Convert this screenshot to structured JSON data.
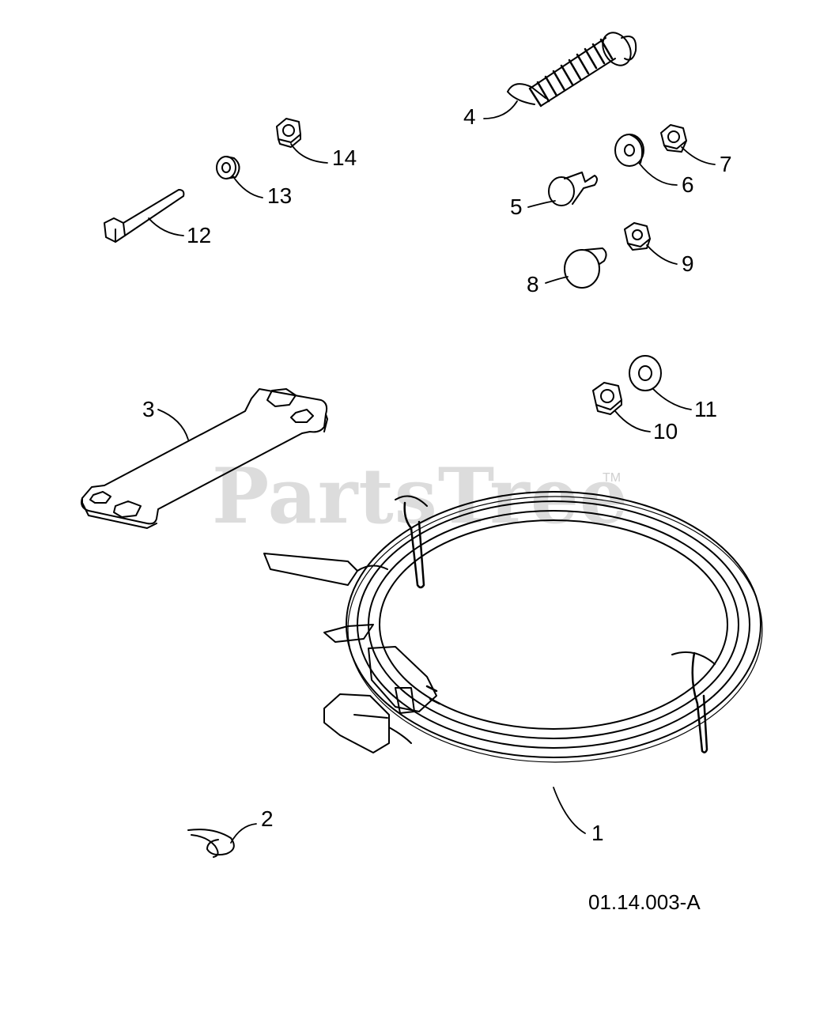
{
  "watermark": {
    "brand": "PartsTree",
    "trademark": "TM"
  },
  "diagram_code": "01.14.003-A",
  "parts": [
    {
      "number": "1",
      "name": "power-cord"
    },
    {
      "number": "2",
      "name": "hairpin-clip"
    },
    {
      "number": "3",
      "name": "wrench"
    },
    {
      "number": "4",
      "name": "spring"
    },
    {
      "number": "5",
      "name": "shoulder-bolt"
    },
    {
      "number": "6",
      "name": "washer"
    },
    {
      "number": "7",
      "name": "flange-nut"
    },
    {
      "number": "8",
      "name": "carriage-bolt"
    },
    {
      "number": "9",
      "name": "flange-nut"
    },
    {
      "number": "10",
      "name": "lock-nut"
    },
    {
      "number": "11",
      "name": "washer"
    },
    {
      "number": "12",
      "name": "hex-bolt"
    },
    {
      "number": "13",
      "name": "spacer"
    },
    {
      "number": "14",
      "name": "lock-nut"
    }
  ]
}
